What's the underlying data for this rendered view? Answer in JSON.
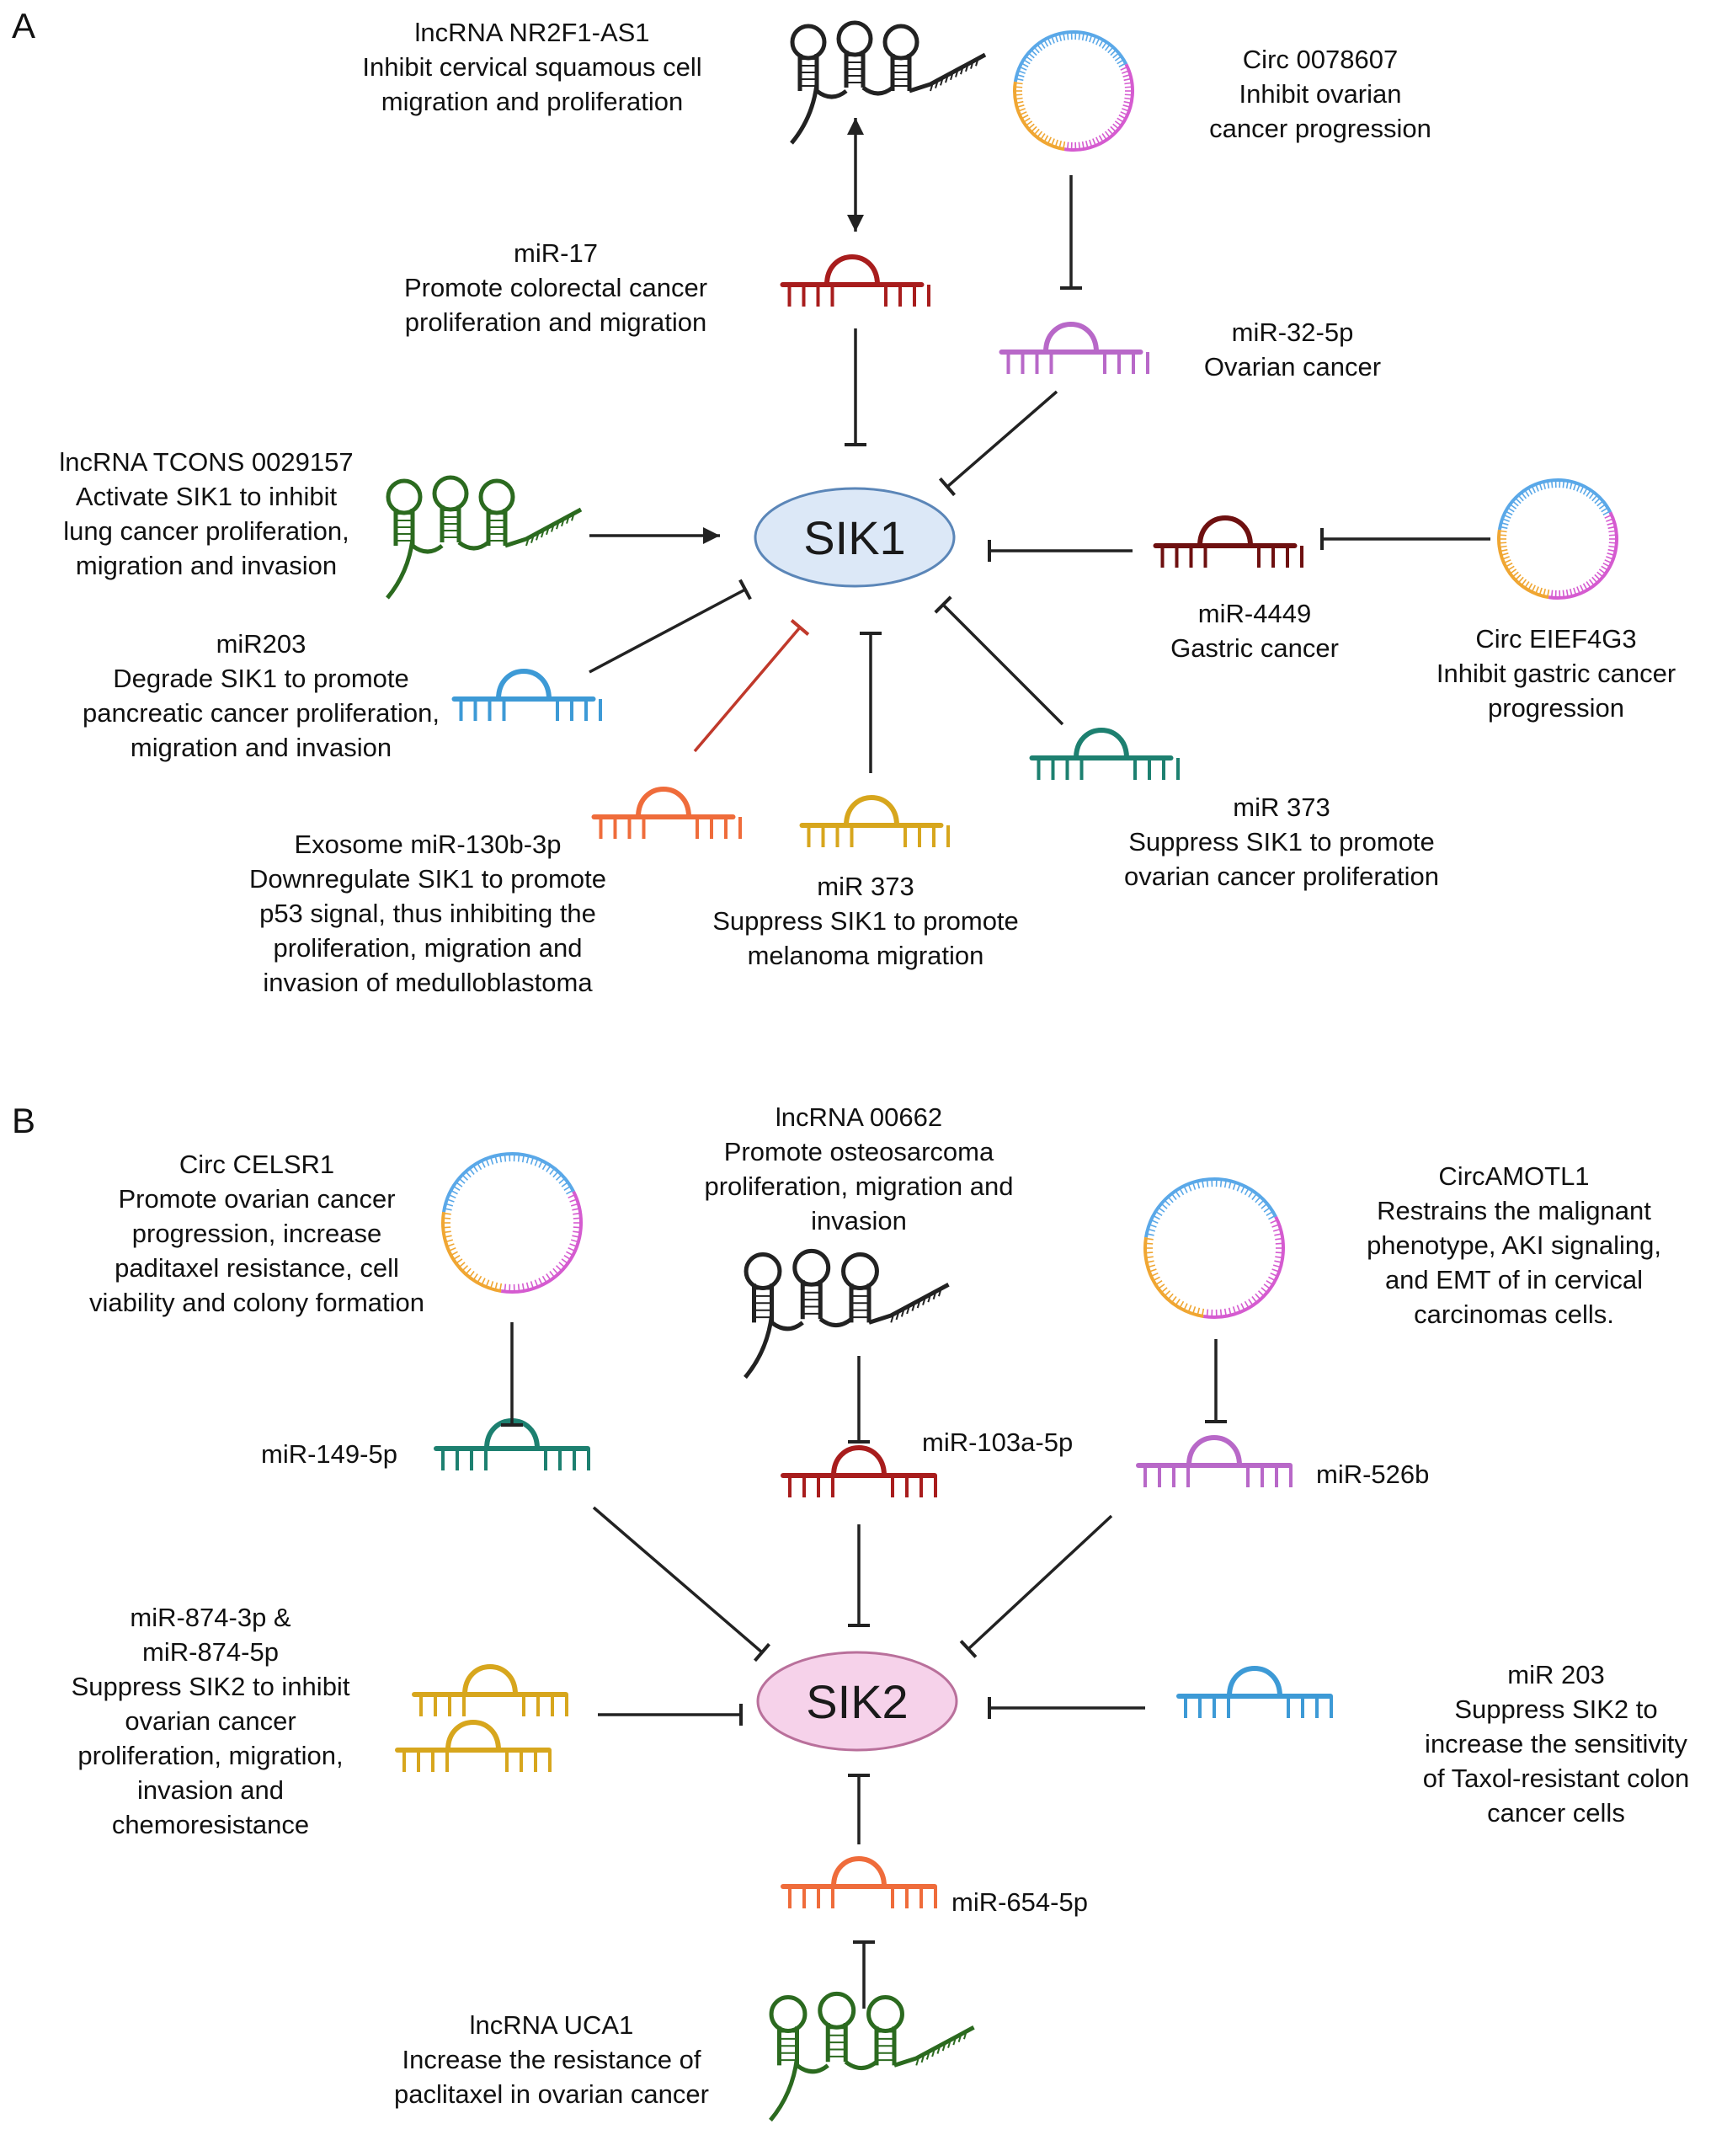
{
  "panels": {
    "a": "A",
    "b": "B"
  },
  "sik1": {
    "hub": "SIK1",
    "nr2f1": [
      "lncRNA NR2F1-AS1",
      "Inhibit cervical squamous cell",
      "migration and proliferation"
    ],
    "circ0078607": [
      "Circ 0078607",
      "Inhibit ovarian",
      "cancer progression"
    ],
    "mir17": [
      "miR-17",
      "Promote colorectal cancer",
      "proliferation and migration"
    ],
    "mir32": [
      "miR-32-5p",
      "Ovarian cancer"
    ],
    "tcons": [
      "lncRNA TCONS 0029157",
      "Activate SIK1 to inhibit",
      "lung cancer proliferation,",
      "migration and invasion"
    ],
    "mir4449": [
      "miR-4449",
      "Gastric cancer"
    ],
    "eief4g3": [
      "Circ EIEF4G3",
      "Inhibit gastric cancer",
      "progression"
    ],
    "mir203": [
      "miR203",
      "Degrade SIK1 to promote",
      "pancreatic cancer proliferation,",
      "migration and invasion"
    ],
    "mir130": [
      "Exosome miR-130b-3p",
      "Downregulate SIK1 to promote",
      "p53 signal, thus inhibiting the",
      "proliferation, migration and",
      "invasion of medulloblastoma"
    ],
    "mir373a": [
      "miR 373",
      "Suppress SIK1 to promote",
      "melanoma migration"
    ],
    "mir373b": [
      "miR 373",
      "Suppress SIK1 to promote",
      "ovarian cancer proliferation"
    ]
  },
  "sik2": {
    "hub": "SIK2",
    "celsr1": [
      "Circ CELSR1",
      "Promote ovarian cancer",
      "progression, increase",
      "paditaxel resistance, cell",
      "viability and colony formation"
    ],
    "lnc00662": [
      "lncRNA 00662",
      "Promote osteosarcoma",
      "proliferation, migration and",
      "invasion"
    ],
    "amotl1": [
      "CircAMOTL1",
      "Restrains the malignant",
      "phenotype, AKI signaling,",
      "and EMT of in cervical",
      "carcinomas cells."
    ],
    "mir149": "miR-149-5p",
    "mir103": "miR-103a-5p",
    "mir526": "miR-526b",
    "mir874": [
      "miR-874-3p &",
      "miR-874-5p",
      "Suppress SIK2 to inhibit",
      "ovarian cancer",
      "proliferation, migration,",
      "invasion and",
      "chemoresistance"
    ],
    "mir203": [
      "miR 203",
      "Suppress SIK2 to",
      "increase the sensitivity",
      "of Taxol-resistant colon",
      "cancer cells"
    ],
    "mir654": "miR-654-5p",
    "uca1": [
      "lncRNA UCA1",
      "Increase the resistance of",
      "paclitaxel in ovarian cancer"
    ]
  },
  "colors": {
    "sik1_fill": "#dce8f7",
    "sik1_stroke": "#5b86b8",
    "sik2_fill": "#f6d2ea",
    "sik2_stroke": "#b9709b",
    "darkred": "#a81d1d",
    "maroon": "#6e1010",
    "violet": "#b868c8",
    "green": "#1d8070",
    "blue": "#3d9ad6",
    "orange": "#ef6c3b",
    "gold": "#d7a61d",
    "lnc_green": "#2b6a1f",
    "inhibit_red": "#c0392b"
  }
}
